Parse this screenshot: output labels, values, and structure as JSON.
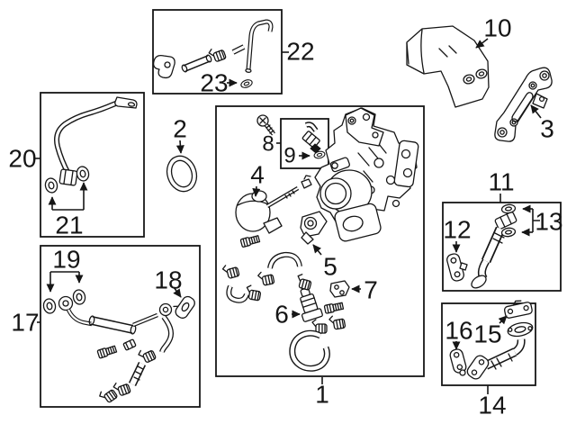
{
  "diagram": {
    "type": "exploded-parts-diagram",
    "colors": {
      "background": "#ffffff",
      "ink": "#161616"
    },
    "callouts": {
      "n1": "1",
      "n2": "2",
      "n3": "3",
      "n4": "4",
      "n5": "5",
      "n6": "6",
      "n7": "7",
      "n8": "8",
      "n9": "9",
      "n10": "10",
      "n11": "11",
      "n12": "12",
      "n13": "13",
      "n14": "14",
      "n15": "15",
      "n16": "16",
      "n17": "17",
      "n18": "18",
      "n19": "19",
      "n20": "20",
      "n21": "21",
      "n22": "22",
      "n23": "23"
    }
  }
}
